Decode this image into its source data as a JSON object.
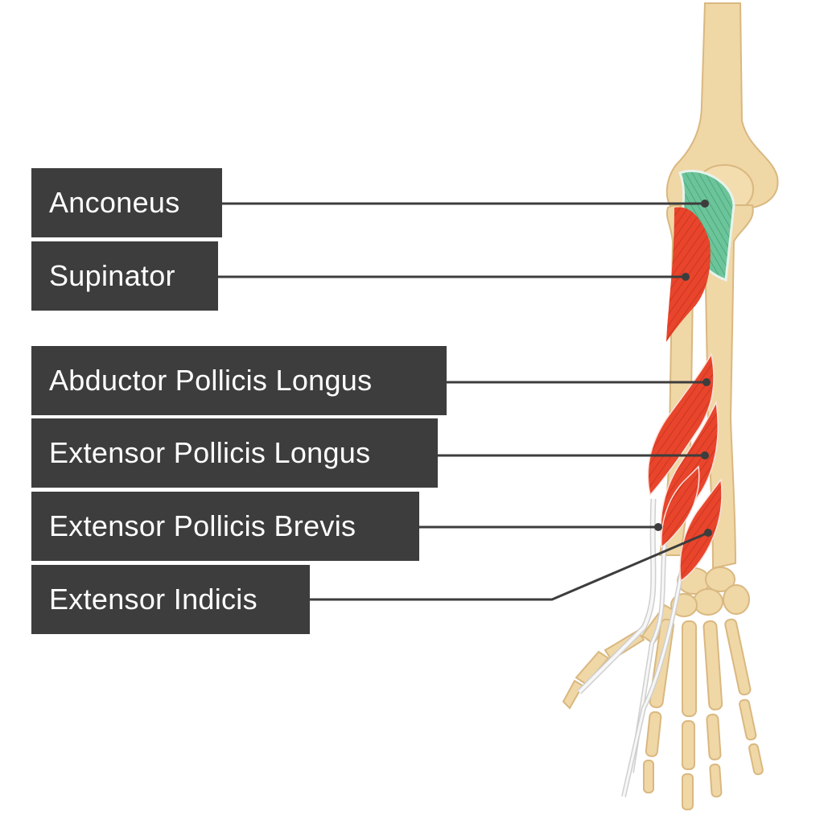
{
  "labels": [
    {
      "id": "anconeus",
      "text": "Anconeus"
    },
    {
      "id": "supinator",
      "text": "Supinator"
    },
    {
      "id": "abductor-pollicis-longus",
      "text": "Abductor Pollicis Longus"
    },
    {
      "id": "extensor-pollicis-longus",
      "text": "Extensor Pollicis Longus"
    },
    {
      "id": "extensor-pollicis-brevis",
      "text": "Extensor Pollicis Brevis"
    },
    {
      "id": "extensor-indicis",
      "text": "Extensor Indicis"
    }
  ],
  "colors": {
    "label_bg": "#3d3d3d",
    "label_text": "#ffffff",
    "leader_line": "#3d3d3d",
    "bone": "#f0d7a6",
    "bone_outline": "#d9b880",
    "muscle_red": "#e8452c",
    "muscle_green": "#58b889",
    "tendon": "#f4f4f4"
  }
}
